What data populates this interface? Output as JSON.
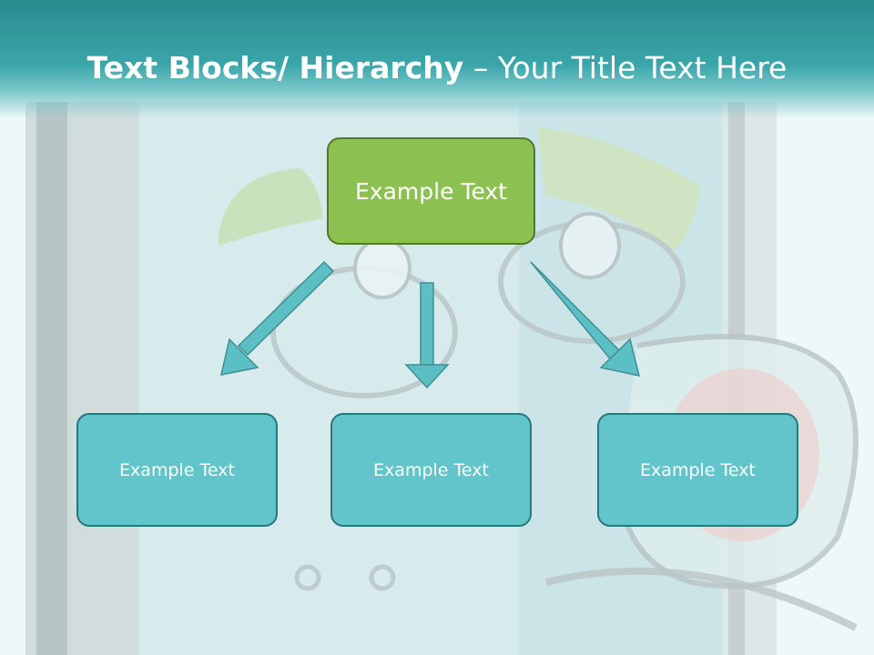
{
  "slide": {
    "title_bold": "Text Blocks/ Hierarchy",
    "title_rest": " – Your Title Text Here"
  },
  "diagram": {
    "top_box": {
      "label": "Example Text",
      "color": "#8cc152"
    },
    "children": [
      {
        "label": "Example Text"
      },
      {
        "label": "Example Text"
      },
      {
        "label": "Example Text"
      }
    ],
    "child_color": "#62c5cb",
    "arrow_color": "#5bbfc4"
  }
}
